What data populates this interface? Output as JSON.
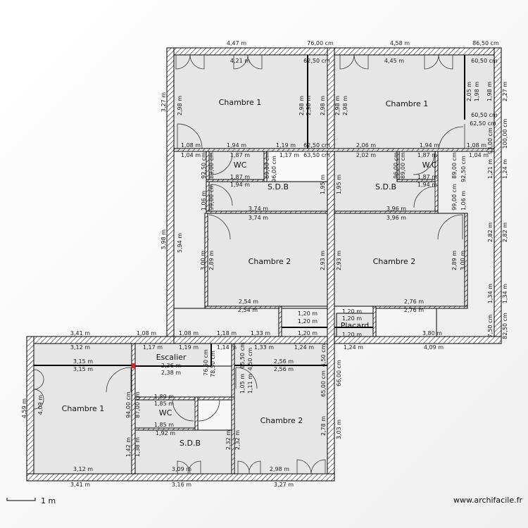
{
  "colors": {
    "room_fill": "#e6e6e6",
    "wall_hatch": "#000000",
    "background": "#f5f5f5",
    "marker": "#dd2222"
  },
  "rooms": {
    "upper_left_chambre1": "Chambre 1",
    "upper_right_chambre1": "Chambre 1",
    "upper_left_wc": "WC",
    "upper_right_wc": "W.C",
    "upper_left_sdb": "S.D.B",
    "upper_right_sdb": "S.D.B",
    "mid_left_chambre2": "Chambre 2",
    "mid_right_chambre2": "Chambre 2",
    "placard": "Placard",
    "escalier": "Escalier",
    "lower_chambre1": "Chambre 1",
    "lower_wc": "WC",
    "lower_sdb": "S.D.B",
    "lower_chambre2": "Chambre 2"
  },
  "dimensions": [
    "4,47 m",
    "76,00 cm",
    "4,58 m",
    "86,50 cm",
    "4,21 m",
    "62,50 cm",
    "4,45 m",
    "60,50 cm",
    "3,27 m",
    "2,98 m",
    "2,98 m",
    "2,98 m",
    "2,98 m",
    "2,98 m",
    "2,98 m",
    "2,05 m",
    "1,98 m",
    "1,98 m",
    "2,27 m",
    "60,50 cm",
    "62,50 cm",
    "93,00 cm",
    "100,00 cm",
    "1,08 m",
    "1,94 m",
    "1,19 m",
    "62,50 cm",
    "2,06 m",
    "1,94 m",
    "1,08 m",
    "1,04 m",
    "1,87 m",
    "1,17 m",
    "63,50 cm",
    "2,02 m",
    "1,87 m",
    "1,04 m",
    "92,50 cm",
    "89,00 cm",
    "89,00 cm",
    "96,00 cm",
    "96,00 cm",
    "89,00 cm",
    "89,00 cm",
    "92,50 cm",
    "1,21 m",
    "1,24 m",
    "1,87 m",
    "1,94 m",
    "1,87 m",
    "1,94 m",
    "1,95 m",
    "1,95 m",
    "1,06 m",
    "99,00 cm",
    "99,00 cm",
    "1,06 m",
    "5,98 m",
    "5,94 m",
    "3,74 m",
    "3,74 m",
    "3,96 m",
    "3,96 m",
    "3,00 m",
    "2,89 m",
    "2,93 m",
    "2,93 m",
    "2,89 m",
    "3,00 m",
    "2,82 m",
    "2,82 m",
    "2,54 m",
    "2,54 m",
    "2,76 m",
    "2,76 m",
    "1,34 m",
    "1,34 m",
    "7,50 cm",
    "82,50 cm",
    "1,20 m",
    "1,20 m",
    "1,20 m",
    "1,20 m",
    "1,20 m",
    "1,20 m",
    "3,41 m",
    "1,08 m",
    "1,08 m",
    "1,18 m",
    "1,33 m",
    "3,80 m",
    "3,12 m",
    "1,17 m",
    "1,19 m",
    "1,14 m",
    "1,33 m",
    "1,24 m",
    "1,24 m",
    "4,09 m",
    "3,15 m",
    "3,15 m",
    "2,36 m",
    "2,38 m",
    "2,56 m",
    "2,56 m",
    "76,50 cm",
    "78,50 cm",
    "65,50 cm",
    "4,50 cm",
    "4,50 cm",
    "65,00 cm",
    "66,00 cm",
    "1,05 m",
    "1,11 m",
    "1,89 m",
    "1,85 m",
    "1,85 m",
    "1,92 m",
    "4,59 m",
    "4,09 m",
    "94,00 cm",
    "87,00 cm",
    "1,42 m",
    "1,38 m",
    "2,32 m",
    "2,32 m",
    "2,78 m",
    "3,03 m",
    "3,12 m",
    "3,09 m",
    "2,98 m",
    "3,41 m",
    "3,16 m",
    "3,27 m"
  ],
  "footer": {
    "scale_label": "1 m",
    "watermark": "www.archifacile.fr"
  }
}
